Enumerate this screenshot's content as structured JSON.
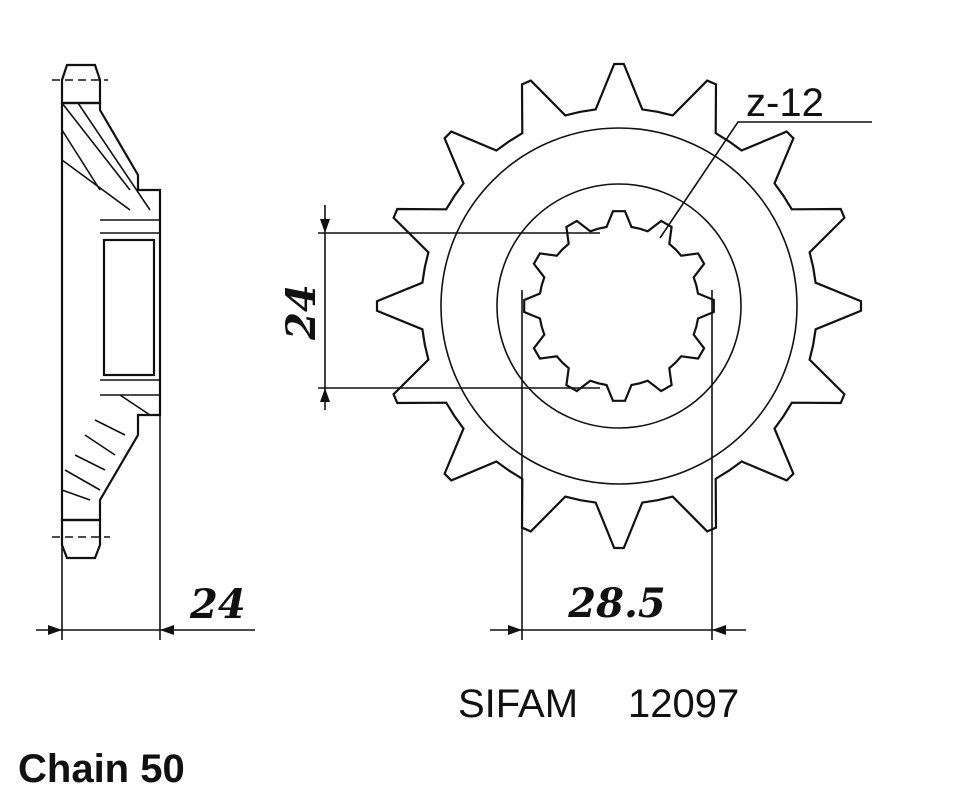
{
  "profile": {
    "width_dim": "24"
  },
  "sprocket": {
    "teeth_label": "z-12",
    "spline_height_dim": "24",
    "spline_width_dim": "28.5",
    "tooth_count": 16,
    "spline_teeth": 12
  },
  "caption": {
    "brand": "SIFAM",
    "part_number": "12097",
    "chain": "Chain 50"
  }
}
